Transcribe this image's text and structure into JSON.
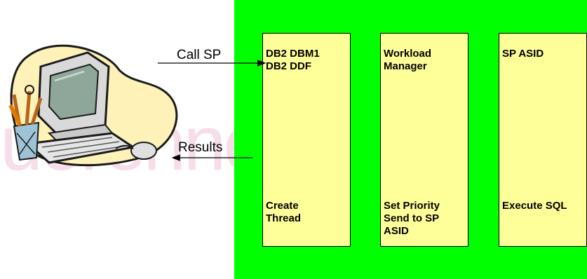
{
  "watermark": "uorenner",
  "arrows": {
    "call_label": "Call SP",
    "results_label": "Results"
  },
  "columns": [
    {
      "top": "DB2 DBM1\nDB2 DDF",
      "bottom": "Create\nThread"
    },
    {
      "top": "Workload\nManager",
      "bottom": "Set Priority\nSend to SP\nASID"
    },
    {
      "top": "SP ASID",
      "bottom": "Execute SQL"
    }
  ],
  "colors": {
    "green": "#00ff00",
    "column_fill": "#ffff99",
    "blob": "#fff2b8",
    "blob_outline": "#1a1a1a"
  },
  "icons": [
    "computer-clipart-icon"
  ]
}
